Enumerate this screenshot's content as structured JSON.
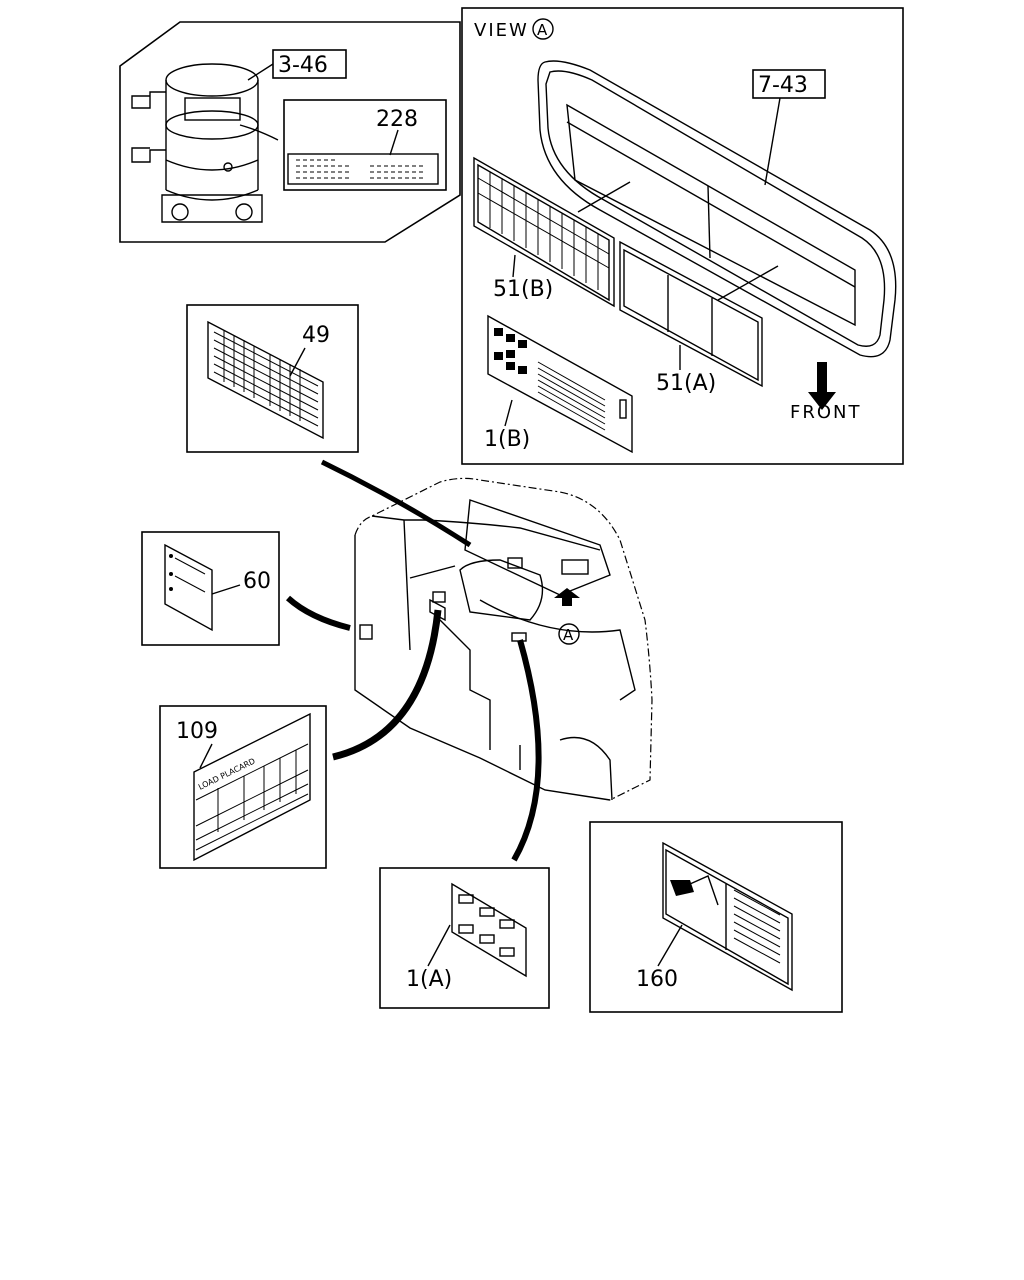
{
  "callouts": {
    "c3_46": "3-46",
    "c228": "228",
    "c49": "49",
    "c60": "60",
    "c109": "109",
    "c1a": "1(A)",
    "c160": "160",
    "c7_43": "7-43",
    "c51b": "51(B)",
    "c51a": "51(A)",
    "c1b": "1(B)"
  },
  "view": {
    "title": "VIEW",
    "marker": "A",
    "front": "FRONT"
  },
  "cab": {
    "marker": "A"
  },
  "decal_109": {
    "heading": "LOAD PLACARD"
  }
}
